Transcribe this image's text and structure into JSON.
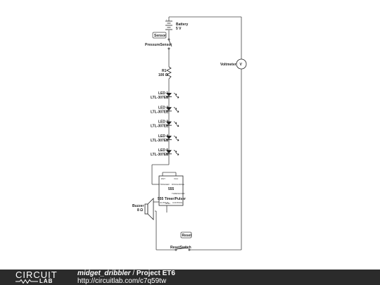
{
  "battery": {
    "label": "Battery",
    "value": "5 V",
    "plus": "+"
  },
  "sensor": {
    "tag": "Sensor",
    "label": "PressureSensor"
  },
  "resistor": {
    "label": "R1",
    "value": "100 Ω"
  },
  "leds": [
    {
      "label": "LED 1",
      "part": "LTL-307EE"
    },
    {
      "label": "LED 2",
      "part": "LTL-307EE"
    },
    {
      "label": "LED 3",
      "part": "LTL-307EE"
    },
    {
      "label": "LED 4",
      "part": "LTL-307EE"
    },
    {
      "label": "LED 5",
      "part": "LTL-307EE"
    }
  ],
  "timer": {
    "label": "555 Timer/Pulser",
    "chip": "555",
    "pins": {
      "rst": "RST",
      "vcc": "VCC",
      "trigger": "TRIGGER",
      "discharge": "DISCHARGE",
      "threshold": "THRESHOLD",
      "output": "OUTPUT",
      "gnd": "GND",
      "control": "CONTROL"
    }
  },
  "buzzer": {
    "label": "Buzzer",
    "value": "8 Ω"
  },
  "voltmeter": {
    "label": "Voltmeter",
    "symbol": "V"
  },
  "reset": {
    "tag": "Reset",
    "label": "ResetSwitch"
  },
  "footer": {
    "logo_top": "CIRCUIT",
    "logo_bottom": "LAB",
    "user": "midget_dribbler",
    "separator": " / ",
    "project": "Project ET6",
    "url": "http://circuitlab.com/c7q59tw"
  }
}
